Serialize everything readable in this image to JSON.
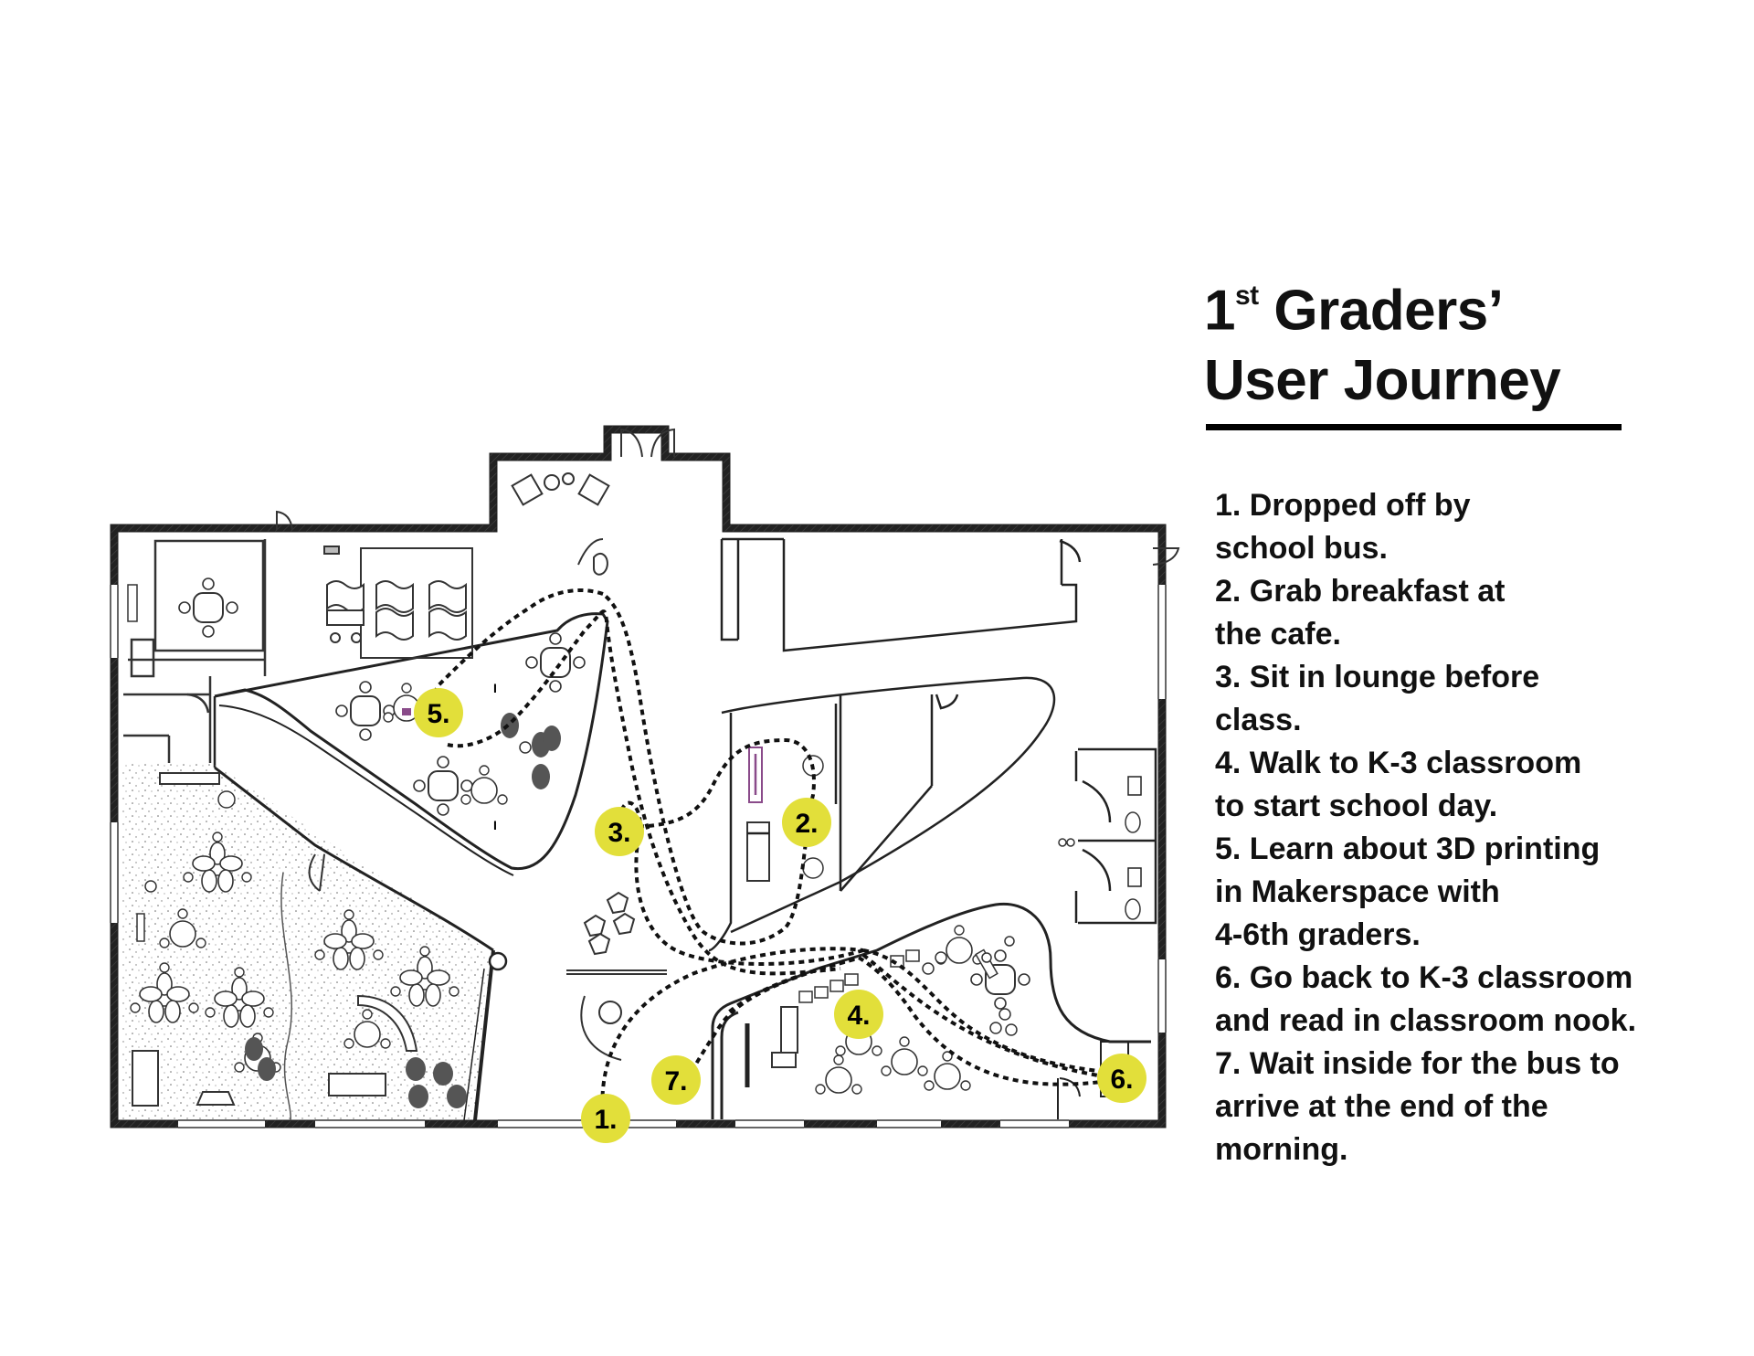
{
  "title": {
    "ordinal_number": "1",
    "ordinal_suffix": "st",
    "line1_rest": " Graders’",
    "line2": "User Journey"
  },
  "steps": [
    "1.  Dropped off by\nschool bus.",
    "2. Grab breakfast at\nthe cafe.",
    "3. Sit in lounge before\nclass.",
    "4. Walk to K-3 classroom\nto start school day.",
    "5. Learn about 3D printing\nin Makerspace with\n4-6th graders.",
    "6. Go back to K-3 classroom\nand read in classroom nook.",
    "7. Wait inside for the bus to\narrive at the end of the\nmorning."
  ],
  "markers": [
    "1.",
    "2.",
    "3.",
    "4.",
    "5.",
    "6.",
    "7."
  ],
  "colors": {
    "marker_fill": "#e2df3a",
    "wall": "#222222",
    "path": "#111111",
    "dark_furniture": "#555555"
  },
  "icons": [
    "entry-doors-icon",
    "chair-icon",
    "table-icon",
    "toilet-icon",
    "sink-icon",
    "fire-extinguisher-icon"
  ]
}
